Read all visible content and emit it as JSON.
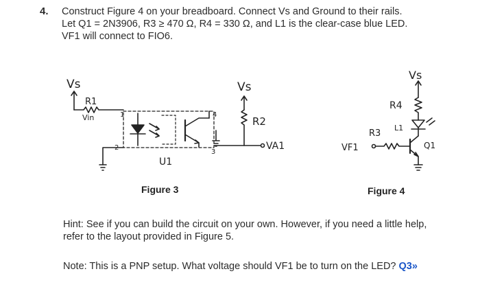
{
  "question": {
    "number": "4.",
    "line1": "Construct Figure 4 on your breadboard. Connect Vs and Ground to their rails.",
    "line2": "Let Q1 = 2N3906, R3 ≥ 470 Ω, R4 = 330 Ω, and L1 is the clear-case blue LED.",
    "line3": "VF1 will connect to FIO6."
  },
  "figure3": {
    "caption": "Figure 3",
    "vs_left": "Vs",
    "r1": "R1",
    "vin": "Vin",
    "pin1": "1",
    "pin2": "2",
    "pin3": "3",
    "pin4": "4",
    "u1": "U1",
    "vs_right": "Vs",
    "r2": "R2",
    "va1": "VA1"
  },
  "figure4": {
    "caption": "Figure 4",
    "vs": "Vs",
    "r4": "R4",
    "l1": "L1",
    "r3": "R3",
    "vf1": "VF1",
    "q1": "Q1"
  },
  "hint": "Hint: See if you can build the circuit on your own. However, if you need a little help, refer to the layout provided in Figure 5.",
  "note": "Note: This is a PNP setup. What voltage should VF1 be to turn on the LED?",
  "note_link": "Q3»"
}
